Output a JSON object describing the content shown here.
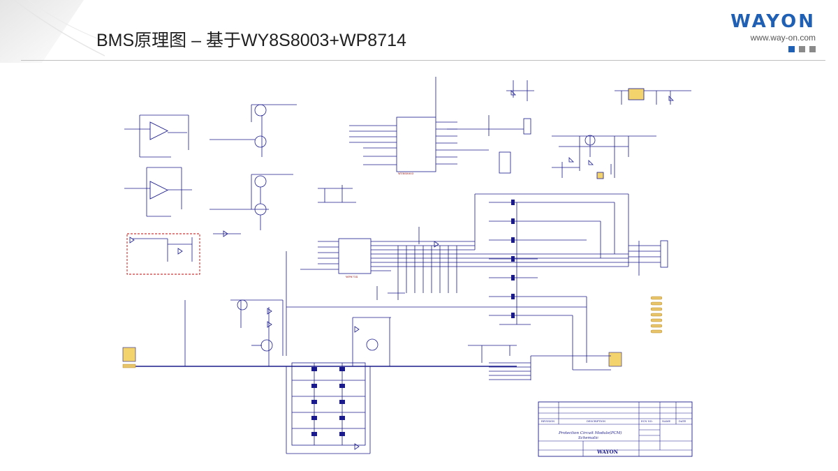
{
  "slide": {
    "title": "BMS原理图 – 基于WY8S8003+WP8714"
  },
  "logo": {
    "word": "WAYON",
    "url": "www.way-on.com"
  },
  "schematic": {
    "title_block": {
      "company": "WAYON",
      "project_name_line1": "Protection Circuit Module(PCM)",
      "project_name_line2": "Schematic",
      "revision_header": "REVISION",
      "description_header": "DESCRIPTION",
      "ecn_header": "ECN NO.",
      "name_header": "NAME",
      "date_header": "DATE"
    },
    "ic_u1_label": "WY8S8003",
    "ic_u2_label": "WP8714"
  },
  "colors": {
    "wire": "#1a1a8c",
    "component": "#1a1a8c",
    "label": "#8b0000",
    "highlight_box": "#cc0000",
    "pad": "#e8c46a",
    "accent": "#1f5fb4"
  }
}
